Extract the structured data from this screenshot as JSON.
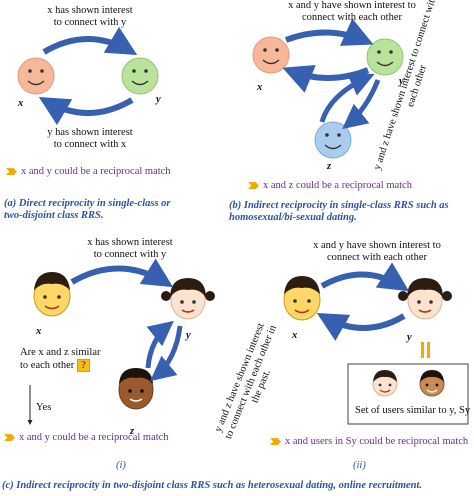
{
  "panel_a": {
    "top_text": [
      "x has shown interest",
      "to connect with y"
    ],
    "bottom_text": [
      "y has shown interest",
      "to connect with x"
    ],
    "node_x": "x",
    "node_y": "y",
    "match": "x and y could be a reciprocal match",
    "caption": [
      "(a) Direct reciprocity in single-class or",
      "two-disjoint class RRS."
    ]
  },
  "panel_b": {
    "top_text": [
      "x and y have shown interest to",
      "connect with each other"
    ],
    "side_text": [
      "y and z have shown interest to connect with",
      "each other"
    ],
    "node_x": "x",
    "node_y": "y",
    "node_z": "z",
    "match": "x and z could be a reciprocal match",
    "caption": [
      "(b) Indirect reciprocity in single-class RRS such as",
      "homosexual/bi-sexual dating."
    ]
  },
  "panel_c1": {
    "top_text": [
      "x has shown interest",
      "to connect with y"
    ],
    "question": [
      "Are x and z similar",
      "to each other"
    ],
    "question_mark": "?",
    "yes": "Yes",
    "side_text": [
      "y and z have shown interest",
      "to connect with each other in",
      "the past."
    ],
    "node_x": "x",
    "node_y": "y",
    "node_z": "z",
    "match": "x and y could be a reciprocal match",
    "label": "(i)"
  },
  "panel_c2": {
    "top_text": [
      "x and y have shown interest to",
      "connect with each other"
    ],
    "node_x": "x",
    "node_y": "y",
    "set_text": "Set of users similar to y, Sy",
    "match": "x and users in Sy could be reciprocal match",
    "label": "(ii)"
  },
  "footer_caption": "(c) Indirect reciprocity in two-disjoint class RRS such as heterosexual dating, online recruitment.",
  "colors": {
    "face_orange": "#f6b899",
    "face_green": "#b9e29a",
    "face_blue": "#a9ccef",
    "arrow_blue": "#3760b0",
    "caption_blue": "#2a53a6",
    "match_purple": "#6b2d8c",
    "accent_yellow": "#f2a900"
  }
}
